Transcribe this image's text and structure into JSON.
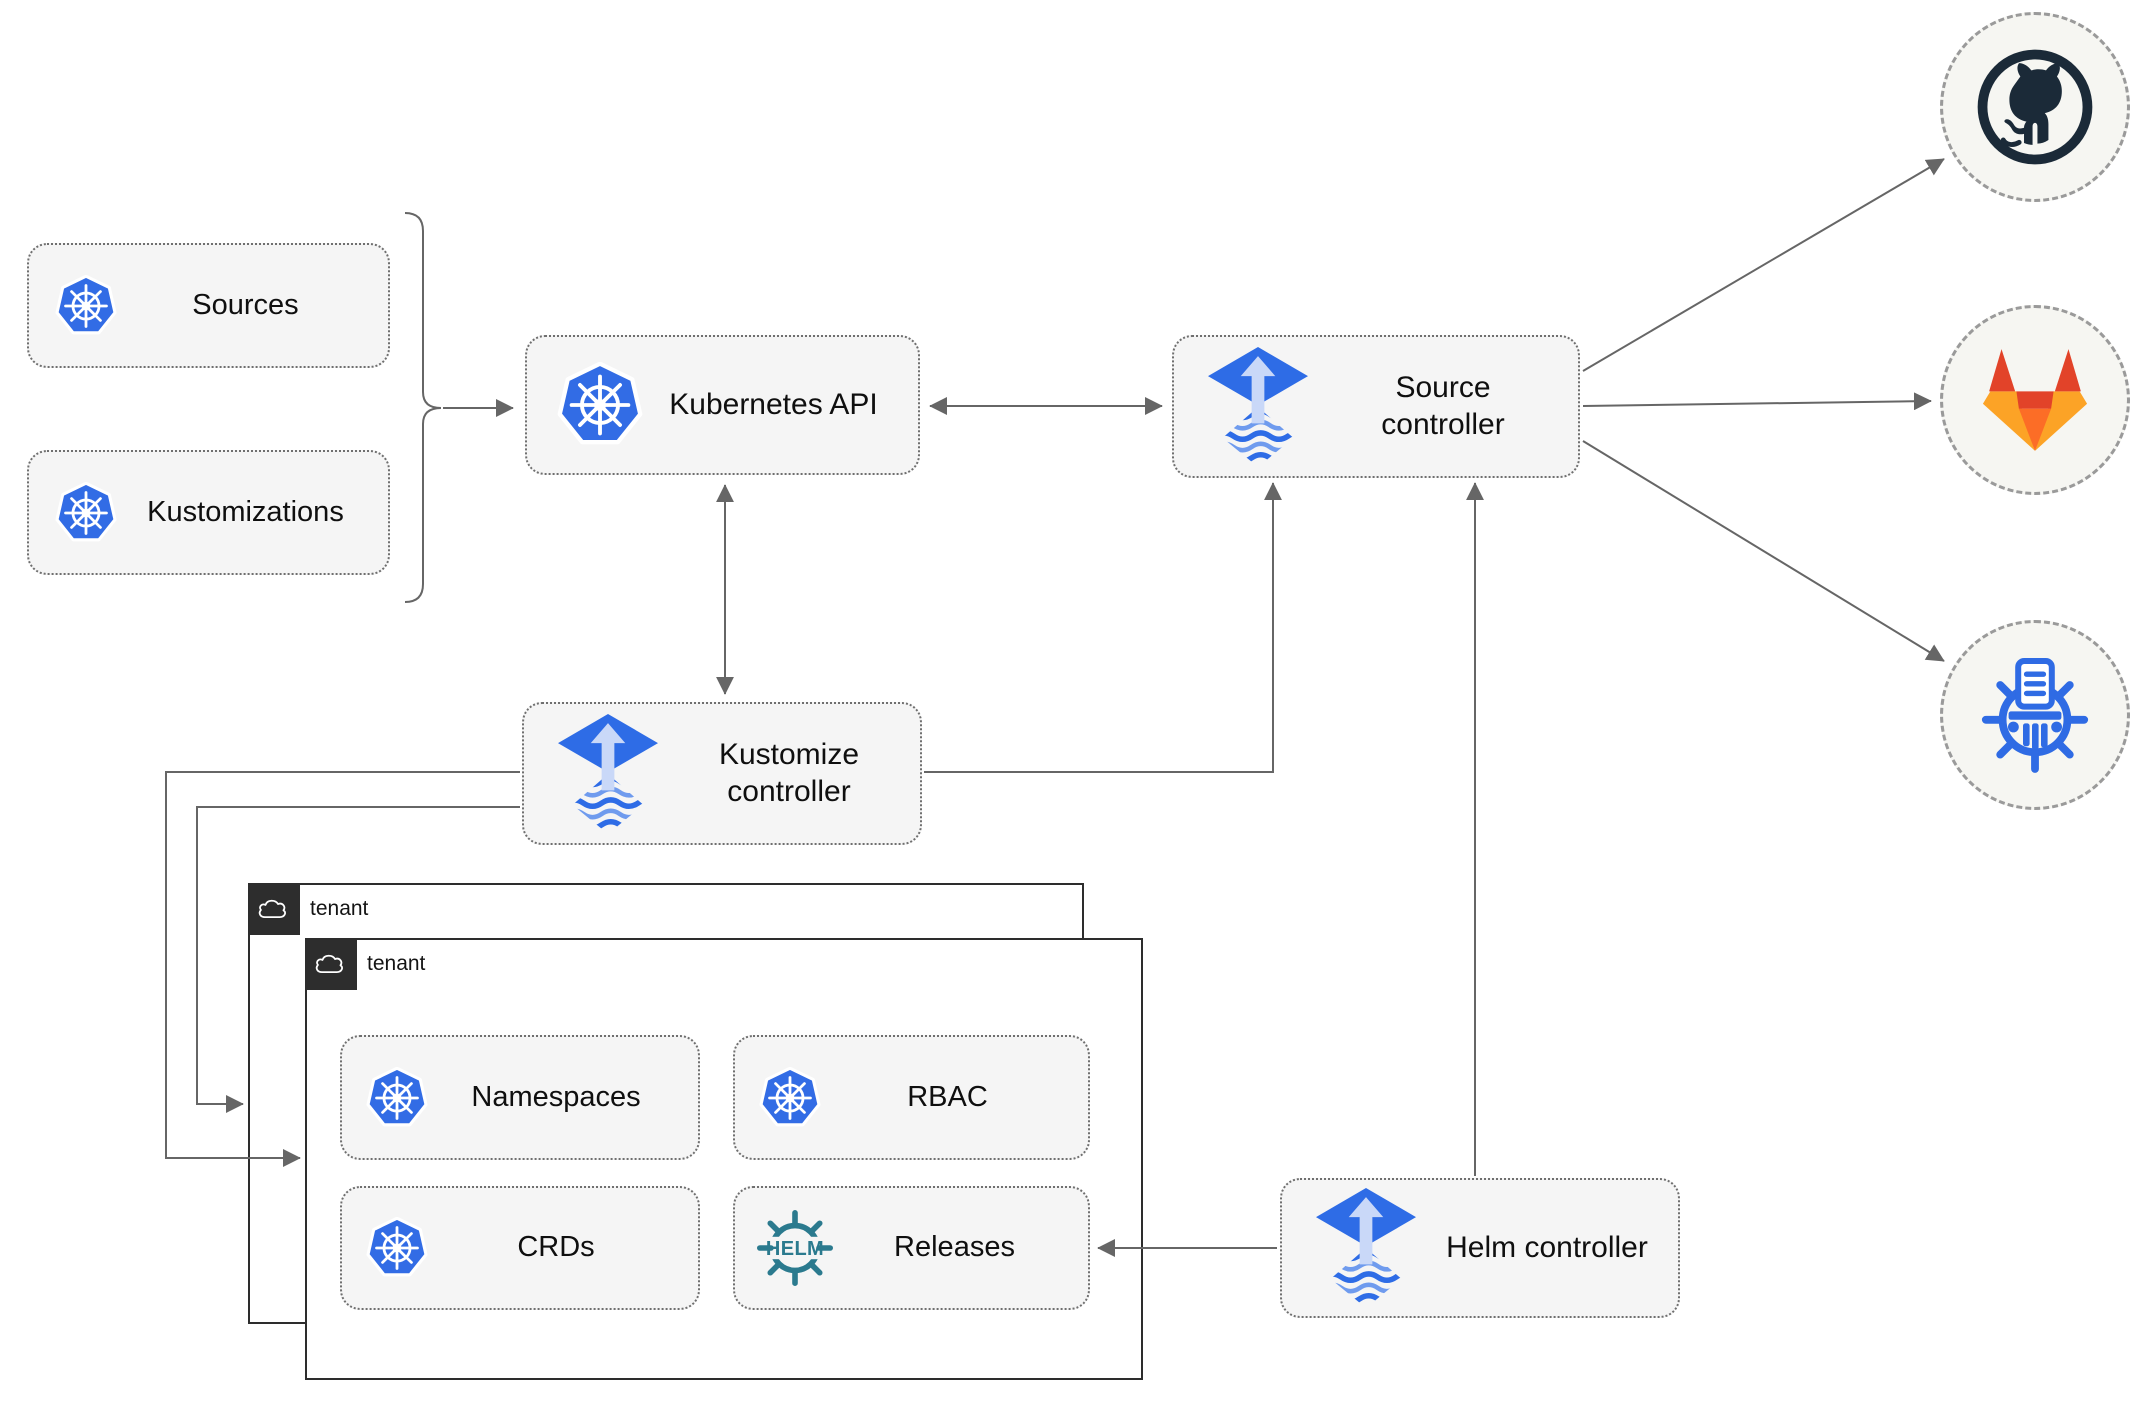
{
  "diagram_type": "flux-gitops-architecture",
  "nodes": {
    "sources": {
      "label": "Sources",
      "icon": "kubernetes-icon"
    },
    "kustomizations": {
      "label": "Kustomizations",
      "icon": "kubernetes-icon"
    },
    "kubernetes_api": {
      "label": "Kubernetes API",
      "icon": "kubernetes-icon"
    },
    "source_controller": {
      "label": "Source controller",
      "icon": "flux-icon"
    },
    "kustomize_controller": {
      "label": "Kustomize controller",
      "icon": "flux-icon"
    },
    "helm_controller": {
      "label": "Helm controller",
      "icon": "flux-icon"
    }
  },
  "tenants": {
    "outer": {
      "label": "tenant",
      "icon": "cloud-icon"
    },
    "inner": {
      "label": "tenant",
      "icon": "cloud-icon"
    }
  },
  "tenant_resources": {
    "namespaces": {
      "label": "Namespaces",
      "icon": "kubernetes-icon"
    },
    "rbac": {
      "label": "RBAC",
      "icon": "kubernetes-icon"
    },
    "crds": {
      "label": "CRDs",
      "icon": "kubernetes-icon"
    },
    "releases": {
      "label": "Releases",
      "icon": "helm-icon"
    }
  },
  "external_sources": {
    "github": {
      "icon": "github-icon"
    },
    "gitlab": {
      "icon": "gitlab-icon"
    },
    "chartmuseum": {
      "icon": "chartmuseum-icon"
    }
  },
  "icons": {
    "helm_wordmark": "HELM"
  },
  "colors": {
    "kubernetes_blue": "#326ce5",
    "flux_blue": "#2e6ce6",
    "flux_arrow_light": "#c9d8f8",
    "helm_teal": "#2b7a8e",
    "github_dark": "#1b2a38",
    "gitlab_red": "#e24329",
    "gitlab_orange": "#fc6d26",
    "gitlab_amber": "#fca326",
    "chartmuseum_blue": "#2f6be4",
    "node_fill": "#f5f5f5",
    "arrow_gray": "#666666",
    "tenant_border": "#2d2d2d"
  }
}
